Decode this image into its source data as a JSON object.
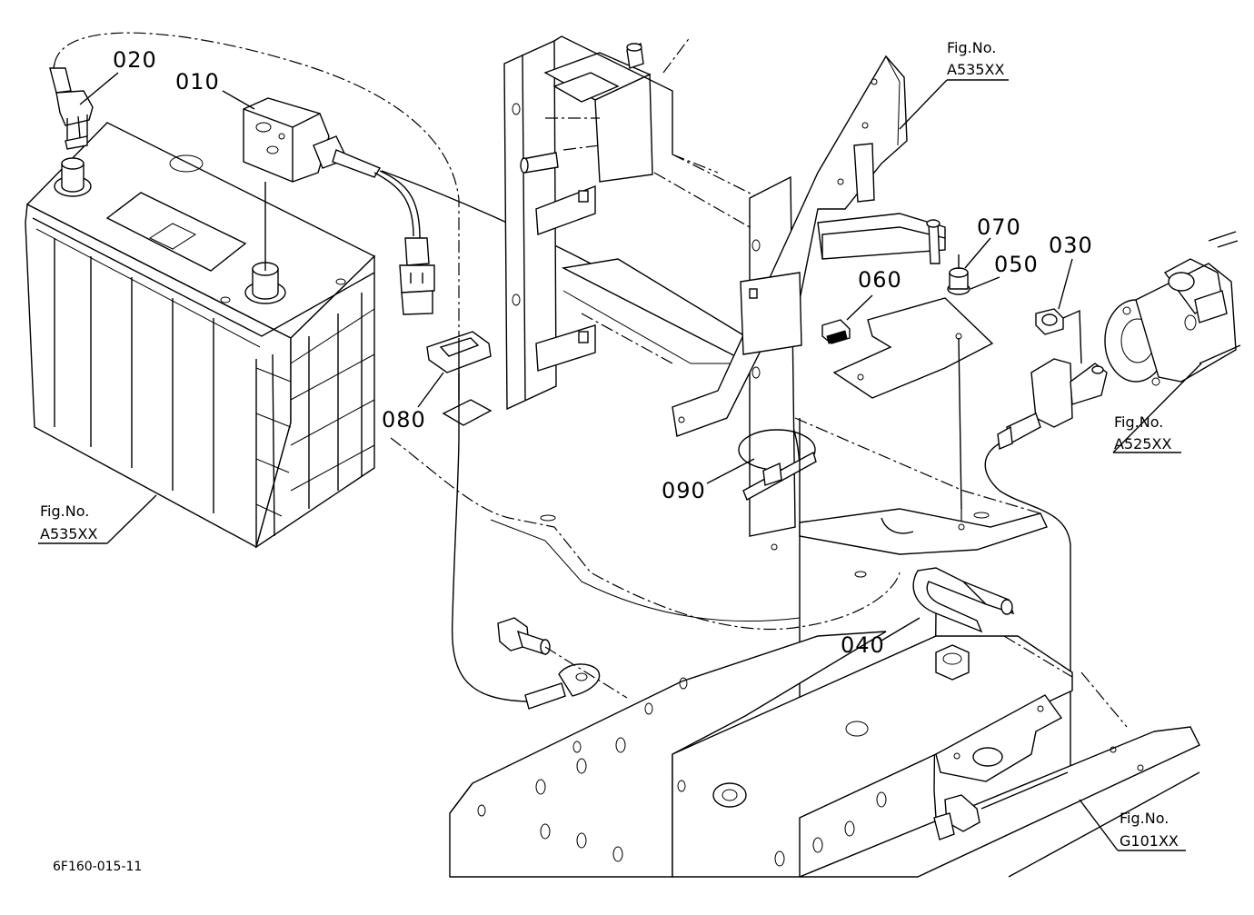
{
  "callouts": {
    "p010": "010",
    "p020": "020",
    "p030": "030",
    "p040": "040",
    "p050": "050",
    "p060": "060",
    "p070": "070",
    "p080": "080",
    "p090": "090"
  },
  "fig_refs": {
    "top_right": {
      "line1": "Fig.No.",
      "line2": "A535XX"
    },
    "right": {
      "line1": "Fig.No.",
      "line2": "A525XX"
    },
    "left": {
      "line1": "Fig.No.",
      "line2": "A535XX"
    },
    "bottom_right": {
      "line1": "Fig.No.",
      "line2": "G101XX"
    }
  },
  "drawing_code": "6F160-015-11"
}
